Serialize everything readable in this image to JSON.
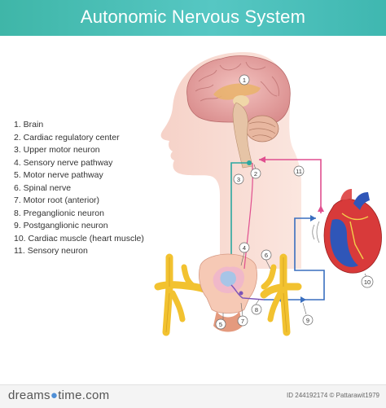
{
  "header": {
    "title": "Autonomic Nervous System"
  },
  "legend": {
    "items": [
      "1. Brain",
      "2. Cardiac regulatory center",
      "3. Upper motor neuron",
      "4. Sensory nerve pathway",
      "5. Motor nerve pathway",
      "6. Spinal nerve",
      "7. Motor root (anterior)",
      "8. Preganglionic neuron",
      "9. Postganglionic neuron",
      "10. Cardiac muscle (heart muscle)",
      "11. Sensory neuron"
    ]
  },
  "markers": [
    "1",
    "2",
    "3",
    "4",
    "5",
    "6",
    "7",
    "8",
    "9",
    "10",
    "11"
  ],
  "footer": {
    "brand_left": "dreams",
    "brand_right": "time.com",
    "image_info": "ID 244192174 © Pattarawit1979"
  },
  "colors": {
    "banner": "#45bdb3",
    "sensory_pathway": "#e04f8f",
    "motor_pathway": "#2ba7a0",
    "postganglionic": "#3a6fbf",
    "spinal_nerve": "#f2c230",
    "brain": "#e8a3a3",
    "heart_red": "#d83a3a",
    "heart_blue": "#2f56b8"
  }
}
